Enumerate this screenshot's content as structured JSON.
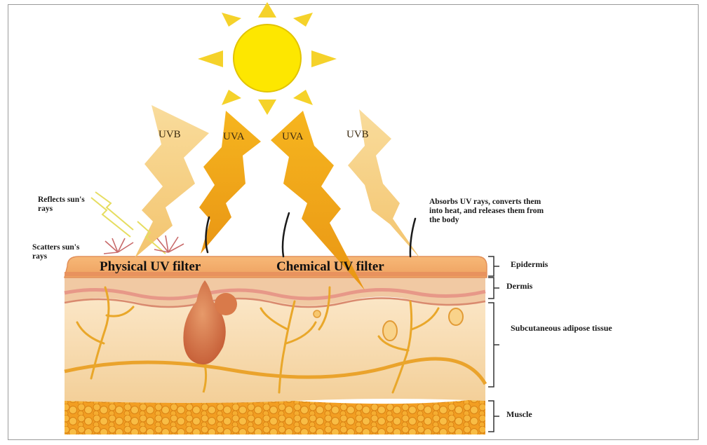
{
  "labels": {
    "ray_uvb_left": "UVB",
    "ray_uva_left": "UVA",
    "ray_uva_right": "UVA",
    "ray_uvb_right": "UVB",
    "reflects": "Reflects sun's rays",
    "scatters": "Scatters sun's rays",
    "absorbs": "Absorbs UV rays, converts them into heat, and releases them from the body",
    "physical_filter": "Physical UV filter",
    "chemical_filter": "Chemical UV filter",
    "epidermis": "Epidermis",
    "dermis": "Dermis",
    "subcutaneous": "Subcutaneous adipose tissue",
    "muscle": "Muscle"
  },
  "colors": {
    "sun": "#fde700",
    "sun_ray": "#f5d22a",
    "uvb_bolt": "#f7d48a",
    "uva_bolt": "#f0a818",
    "epidermis": "#f2a865",
    "dermis": "#f0c7a0",
    "adipose": "#f6dcb4",
    "muscle": "#f2a628",
    "vessel": "#e9a72a"
  },
  "icons": [
    "sun-icon",
    "lightning-bolt-icon",
    "hair-follicle-icon",
    "blood-vessel-icon"
  ]
}
